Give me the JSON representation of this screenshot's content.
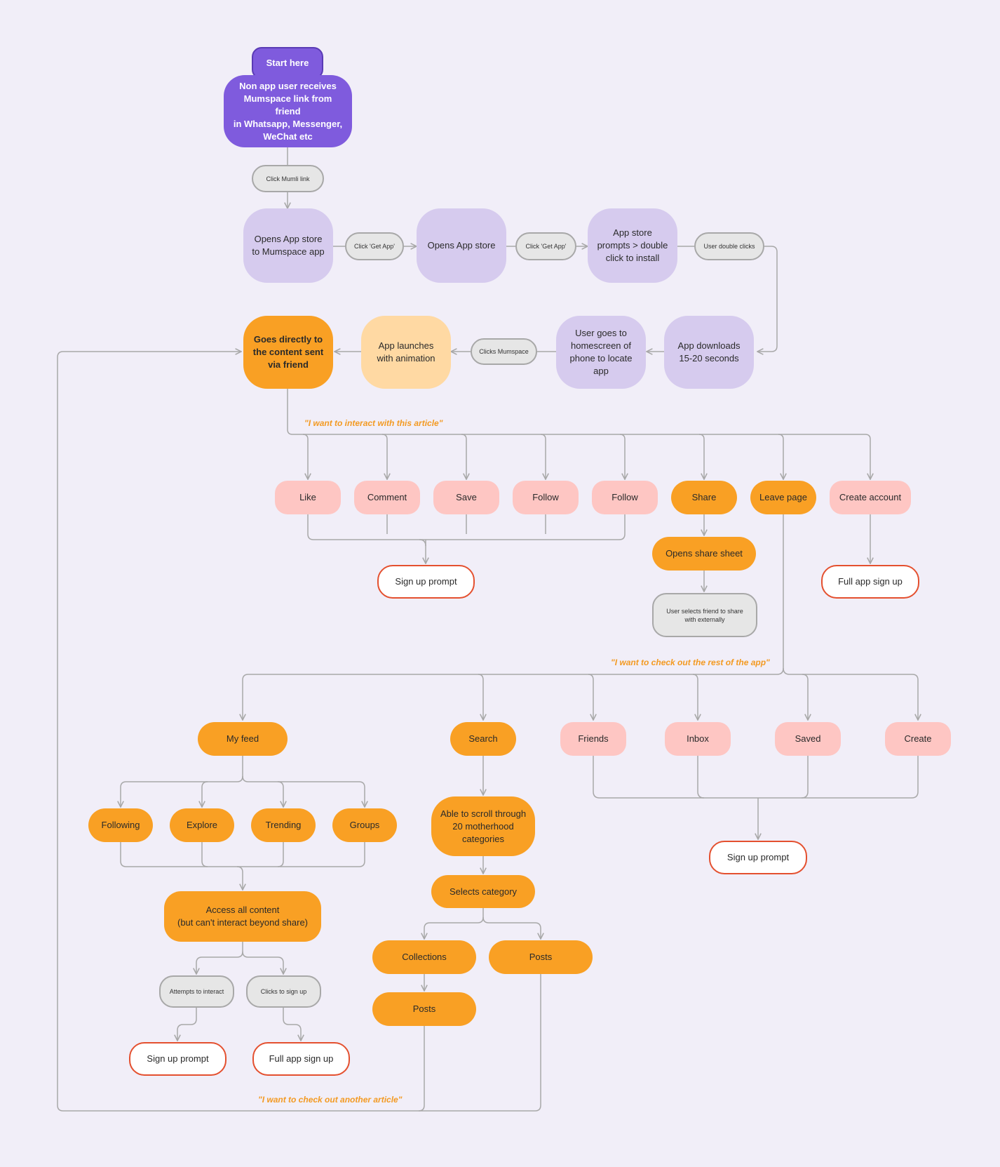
{
  "nodes": {
    "start_here": "Start here",
    "start": "Non app user receives\nMumspace link from friend\nin Whatsapp, Messenger,\nWeChat etc",
    "click_mumli_link": "Click Mumli link",
    "opens_app_store_mumspace": "Opens App store\nto Mumspace app",
    "click_get_app_1": "Click 'Get App'",
    "opens_app_store": "Opens App store",
    "click_get_app_2": "Click 'Get App'",
    "app_store_prompts": "App store\nprompts > double\nclick to install",
    "user_double_clicks": "User double clicks",
    "app_downloads": "App downloads\n15-20 seconds",
    "user_goes_homescreen": "User goes to\nhomescreen of\nphone to locate\napp",
    "clicks_mumspace": "Clicks Mumspace",
    "app_launches": "App launches\nwith animation",
    "goes_directly": "Goes directly to\nthe content sent\nvia friend",
    "like": "Like",
    "comment": "Comment",
    "save": "Save",
    "follow_1": "Follow",
    "follow_2": "Follow",
    "share": "Share",
    "leave_page": "Leave page",
    "create_account": "Create account",
    "sign_up_prompt_1": "Sign up prompt",
    "opens_share_sheet": "Opens share sheet",
    "user_selects_friend": "User selects friend to share\nwith externally",
    "full_app_sign_up_1": "Full app sign up",
    "my_feed": "My feed",
    "search": "Search",
    "friends": "Friends",
    "inbox": "Inbox",
    "saved": "Saved",
    "create": "Create",
    "following": "Following",
    "explore": "Explore",
    "trending": "Trending",
    "groups": "Groups",
    "access_all": "Access all content\n(but can't interact beyond share)",
    "attempts_interact": "Attempts to interact",
    "clicks_sign_up": "Clicks to sign up",
    "sign_up_prompt_3": "Sign up prompt",
    "full_app_sign_up_2": "Full app sign up",
    "able_to_scroll": "Able to scroll through\n20 motherhood\ncategories",
    "selects_category": "Selects category",
    "collections": "Collections",
    "posts_1": "Posts",
    "posts_2": "Posts",
    "sign_up_prompt_2": "Sign up prompt"
  },
  "quotes": {
    "interact_article": "\"I want to interact with this article\"",
    "check_rest": "\"I want to check out the rest of the app\"",
    "another_article": "\"I want to check out another article\""
  },
  "colors": {
    "background": "#f1eef8",
    "start": "#7f5bdd",
    "lavender": "#d6cbee",
    "peach": "#ffd9a3",
    "orange": "#f9a024",
    "pink": "#fec6c3",
    "outline": "#e4502f",
    "pill": "#e6e6e6",
    "edge": "#a8a8a8"
  }
}
